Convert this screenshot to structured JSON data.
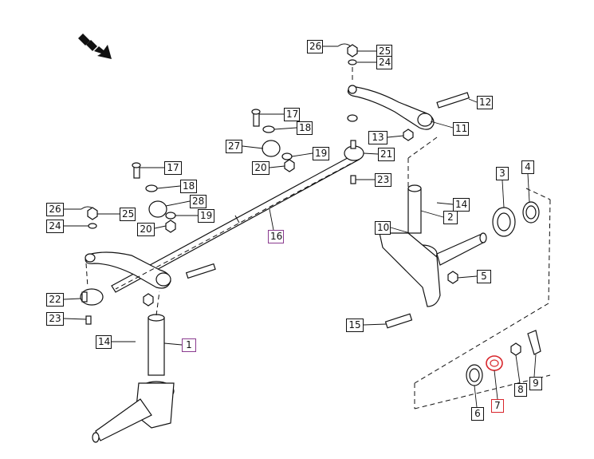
{
  "callouts": {
    "c1": "1",
    "c2": "2",
    "c3": "3",
    "c4": "4",
    "c5": "5",
    "c6": "6",
    "c7": "7",
    "c8": "8",
    "c9": "9",
    "c10": "10",
    "c11": "11",
    "c12": "12",
    "c13": "13",
    "c14a": "14",
    "c14b": "14",
    "c15": "15",
    "c16": "16",
    "c17a": "17",
    "c17b": "17",
    "c18a": "18",
    "c18b": "18",
    "c19a": "19",
    "c19b": "19",
    "c20a": "20",
    "c20b": "20",
    "c21": "21",
    "c22": "22",
    "c23a": "23",
    "c23b": "23",
    "c24a": "24",
    "c24b": "24",
    "c25a": "25",
    "c25b": "25",
    "c26a": "26",
    "c26b": "26",
    "c27": "27",
    "c28": "28"
  },
  "highlight_colors": {
    "purple": "#8a3b8f",
    "red": "#d8262c"
  },
  "icons": {
    "direction": "front-direction-arrow-icon"
  }
}
